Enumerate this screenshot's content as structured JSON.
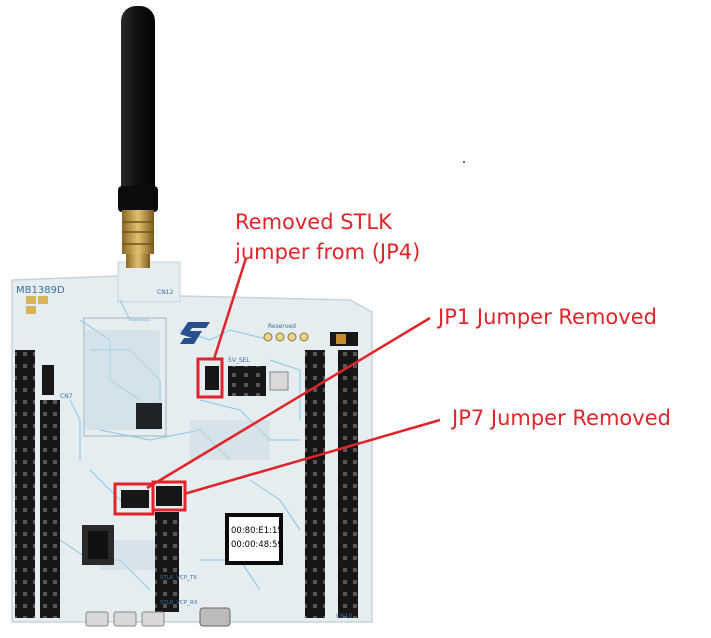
{
  "annotations": {
    "stlk_line1": "Removed STLK",
    "stlk_line2": "jumper from (JP4)",
    "jp1": "JP1 Jumper Removed",
    "jp7": "JP7 Jumper Removed"
  },
  "board": {
    "model": "MB1389D",
    "lcd_line1": "00:80:E1:15",
    "lcd_line2": "00:00:48:59",
    "silk_5v_sel": "5V_SEL",
    "silk_stlk_vcp": "STLK_VCP_TX",
    "silk_stlk_rx": "STLK_VCP_RX",
    "silk_reserved": "Reserved",
    "silk_cn12": "CN12",
    "silk_cn10": "CN10",
    "silk_cn7": "CN7"
  },
  "colors": {
    "annotation_red": "#e0242a",
    "board_base": "#e8eef2",
    "board_trace": "#8ec9e6",
    "header_black": "#1a1a1a",
    "antenna": "#161616",
    "sma_gold": "#c9a24a"
  }
}
